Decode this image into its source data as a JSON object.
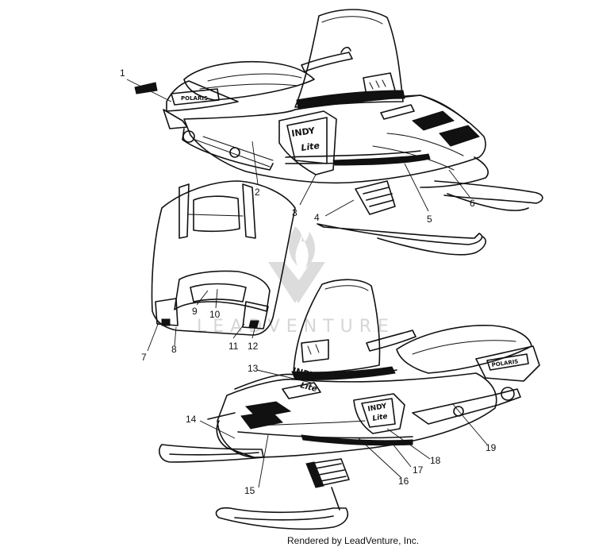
{
  "credit": "Rendered by LeadVenture, Inc.",
  "watermark": {
    "text": "LEADVENTURE",
    "color": "#d6d6d6"
  },
  "decals": {
    "brand": "POLARIS",
    "model_line1": "INDY",
    "model_line2": "Lite"
  },
  "callouts": [
    "1",
    "2",
    "3",
    "4",
    "5",
    "6",
    "7",
    "8",
    "9",
    "10",
    "11",
    "12",
    "13",
    "14",
    "15",
    "16",
    "17",
    "18",
    "19"
  ]
}
